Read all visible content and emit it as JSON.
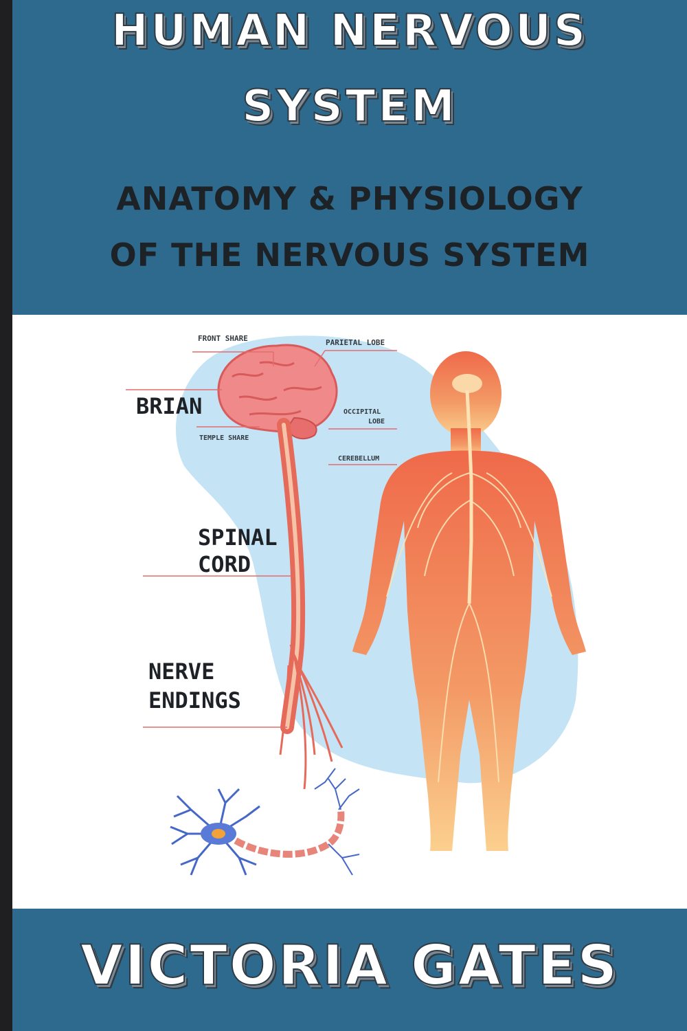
{
  "cover": {
    "title_line1": "HUMAN NERVOUS",
    "title_line2": "SYSTEM",
    "subtitle_line1": "ANATOMY & PHYSIOLOGY",
    "subtitle_line2": "OF THE NERVOUS SYSTEM",
    "author": "VICTORIA GATES",
    "colors": {
      "band": "#2e6a8d",
      "spine": "#1f1f22",
      "illustration_bg": "#ffffff",
      "blob": "#c4e3f5",
      "body": "#ef7a55",
      "neuron": "#4567c8"
    }
  },
  "diagram": {
    "labels": {
      "front_share": "FRONT SHARE",
      "parietal_lobe": "PARIETAL LOBE",
      "brian": "BRIAN",
      "occipital_lobe_1": "OCCIPITAL",
      "occipital_lobe_2": "LOBE",
      "temple_share": "TEMPLE SHARE",
      "cerebellum": "CEREBELLUM",
      "spinal_1": "SPINAL",
      "spinal_2": "CORD",
      "nerve_1": "NERVE",
      "nerve_2": "ENDINGS"
    }
  }
}
